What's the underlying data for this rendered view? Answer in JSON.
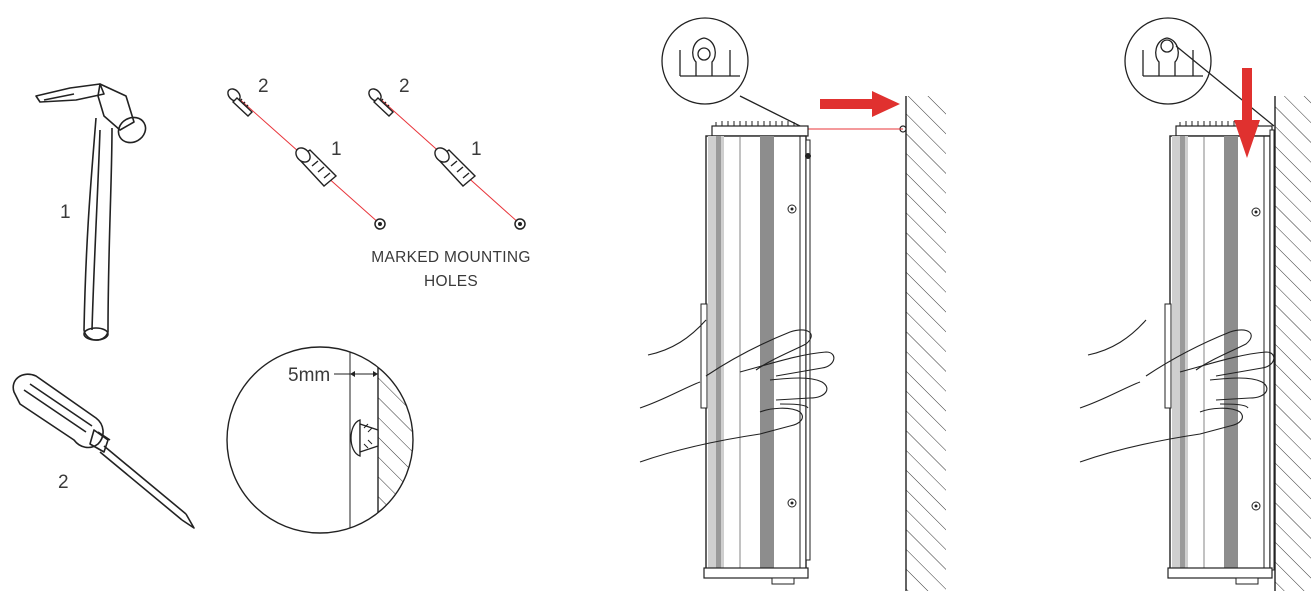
{
  "tools": {
    "hammer_number": "1",
    "screwdriver_number": "2"
  },
  "fixings": {
    "screw_number": "2",
    "plug_number": "1"
  },
  "holes_caption": {
    "line1": "MARKED MOUNTING",
    "line2": "HOLES"
  },
  "detail": {
    "gap_label": "5mm"
  },
  "colors": {
    "arrow": "#e0312f",
    "guide": "#e8343a",
    "line": "#222222"
  }
}
